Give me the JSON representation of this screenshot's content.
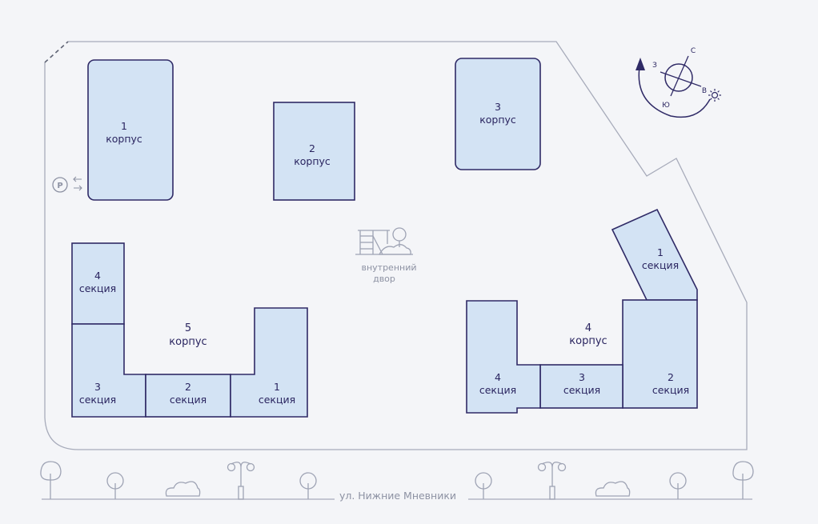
{
  "buildings": {
    "b1": {
      "num": "1",
      "word": "корпус"
    },
    "b2": {
      "num": "2",
      "word": "корпус"
    },
    "b3": {
      "num": "3",
      "word": "корпус"
    },
    "b4": {
      "num": "4",
      "word": "корпус",
      "sections": [
        {
          "num": "1",
          "word": "секция"
        },
        {
          "num": "2",
          "word": "секция"
        },
        {
          "num": "3",
          "word": "секция"
        },
        {
          "num": "4",
          "word": "секция"
        }
      ]
    },
    "b5": {
      "num": "5",
      "word": "корпус",
      "sections": [
        {
          "num": "1",
          "word": "секция"
        },
        {
          "num": "2",
          "word": "секция"
        },
        {
          "num": "3",
          "word": "секция"
        },
        {
          "num": "4",
          "word": "секция"
        }
      ]
    }
  },
  "courtyard": {
    "line1": "внутренний",
    "line2": "двор"
  },
  "parking": {
    "letter": "P"
  },
  "street": {
    "name": "ул. Нижние Мневники"
  },
  "compass": {
    "north": "С",
    "south": "Ю",
    "west": "З",
    "east": "В"
  },
  "colors": {
    "building_fill": "#d3e3f4",
    "building_stroke": "#2f2a66",
    "text": "#2a2560",
    "boundary": "#a7abba",
    "background": "#f4f5f8"
  }
}
